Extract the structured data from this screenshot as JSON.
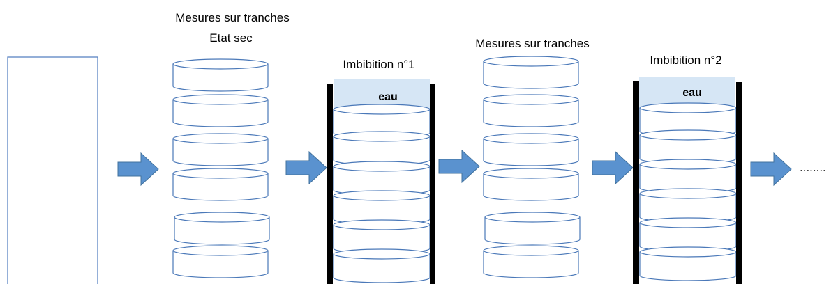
{
  "labels": {
    "step1_line1": "Mesures sur tranches",
    "step1_line2": "Etat sec",
    "imbibition1": "Imbibition n°1",
    "step2": "Mesures sur tranches",
    "imbibition2": "Imbibition n°2",
    "water": "eau",
    "continuation": "........"
  },
  "colors": {
    "disk_stroke": "#4a78b8",
    "arrow_fill": "#5a92cf",
    "arrow_stroke": "#41719c",
    "water_fill": "#d6e6f5",
    "core_stroke": "#5b84c4",
    "wall": "#000000"
  },
  "icons": {
    "arrow": "right-arrow-icon"
  }
}
